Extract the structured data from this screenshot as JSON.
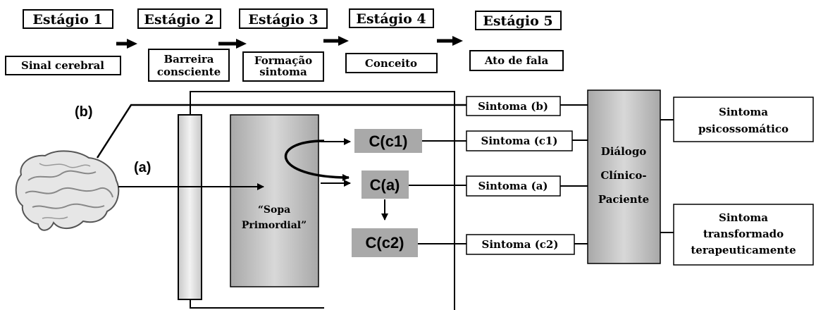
{
  "stages": [
    {
      "title": "Estágio 1",
      "sub": [
        "Sinal cerebral"
      ]
    },
    {
      "title": "Estágio 2",
      "sub": [
        "Barreira",
        "consciente"
      ]
    },
    {
      "title": "Estágio 3",
      "sub": [
        "Formação",
        "sintoma"
      ]
    },
    {
      "title": "Estágio 4",
      "sub": [
        "Conceito"
      ]
    },
    {
      "title": "Estágio 5",
      "sub": [
        "Ato de fala"
      ]
    }
  ],
  "paths": {
    "b": "(b)",
    "a": "(a)"
  },
  "sopa": [
    "“Sopa",
    "Primordial”"
  ],
  "concepts": {
    "c1": "C(c1)",
    "a": "C(a)",
    "c2": "C(c2)"
  },
  "symptoms": {
    "b": "Sintoma (b)",
    "c1": "Sintoma (c1)",
    "a": "Sintoma (a)",
    "c2": "Sintoma (c2)"
  },
  "dialogue": [
    "Diálogo",
    "Clínico-",
    "Paciente"
  ],
  "outcomes": {
    "psicossomatico": [
      "Sintoma",
      "psicossomático"
    ],
    "transformado": [
      "Sintoma",
      "transformado",
      "terapeuticamente"
    ]
  },
  "colors": {
    "gray_box": "#bdbdbd",
    "concept_gray": "#a9a9a9",
    "barrier": "#dcdcdc"
  },
  "icons": {
    "brain": "brain-icon"
  }
}
